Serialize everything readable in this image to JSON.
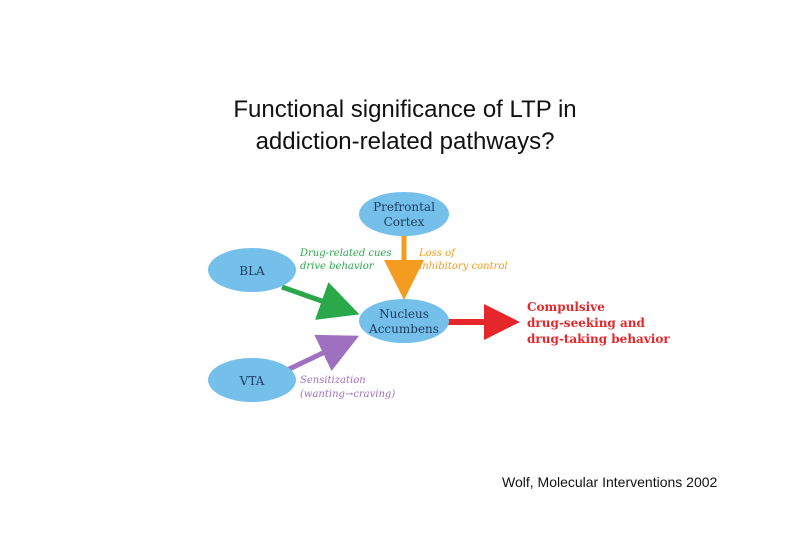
{
  "title": {
    "line1": "Functional significance of LTP in",
    "line2": "addiction-related pathways?"
  },
  "nodes": {
    "prefrontal": {
      "line1": "Prefrontal",
      "line2": "Cortex"
    },
    "bla": "BLA",
    "nucleus": {
      "line1": "Nucleus",
      "line2": "Accumbens"
    },
    "vta": "VTA"
  },
  "annotations": {
    "drug_cues": {
      "line1": "Drug-related cues",
      "line2": "drive behavior"
    },
    "loss": {
      "line1": "Loss of",
      "line2": "inhibitory control"
    },
    "compulsive": {
      "line1": "Compulsive",
      "line2": "drug-seeking and",
      "line3": "drug-taking behavior"
    },
    "sensitization": {
      "line1": "Sensitization",
      "line2": "(wanting→craving)"
    }
  },
  "colors": {
    "node_fill": "#74c0ea",
    "green_arrow": "#2aa84a",
    "orange_arrow": "#f39c1f",
    "red_arrow": "#e5262a",
    "purple_arrow": "#a070c0"
  },
  "citation": "Wolf, Molecular Interventions 2002"
}
